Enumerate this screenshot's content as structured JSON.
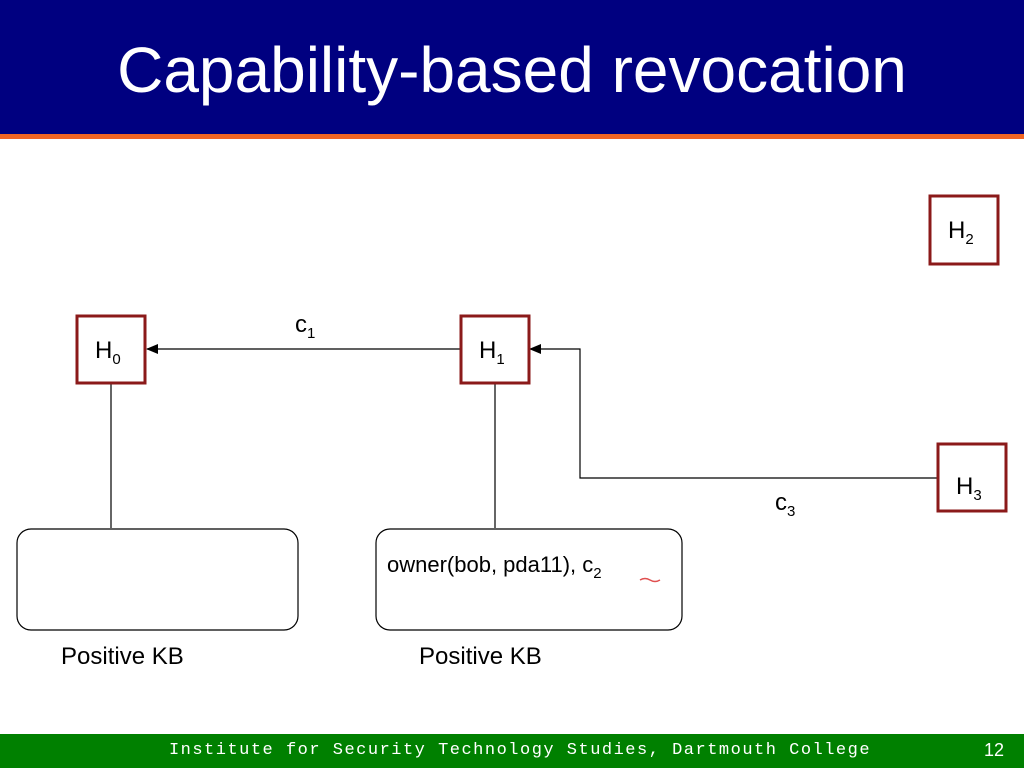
{
  "slide": {
    "title": "Capability-based revocation",
    "footer": "Institute for Security Technology Studies, Dartmouth College",
    "page_number": "12"
  },
  "nodes": {
    "h0": {
      "base": "H",
      "sub": "0"
    },
    "h1": {
      "base": "H",
      "sub": "1"
    },
    "h2": {
      "base": "H",
      "sub": "2"
    },
    "h3": {
      "base": "H",
      "sub": "3"
    }
  },
  "edges": {
    "c1": {
      "base": "c",
      "sub": "1"
    },
    "c3": {
      "base": "c",
      "sub": "3"
    }
  },
  "kbs": {
    "left": {
      "caption": "Positive KB",
      "content": ""
    },
    "right": {
      "caption": "Positive KB",
      "content": "owner(bob, pda11), ",
      "cred_base": "c",
      "cred_sub": "2"
    }
  },
  "colors": {
    "header": "#000080",
    "header_rule": "#f26522",
    "footer": "#008000",
    "node_border": "#8b1a1a",
    "spell_underline": "#e05050"
  }
}
